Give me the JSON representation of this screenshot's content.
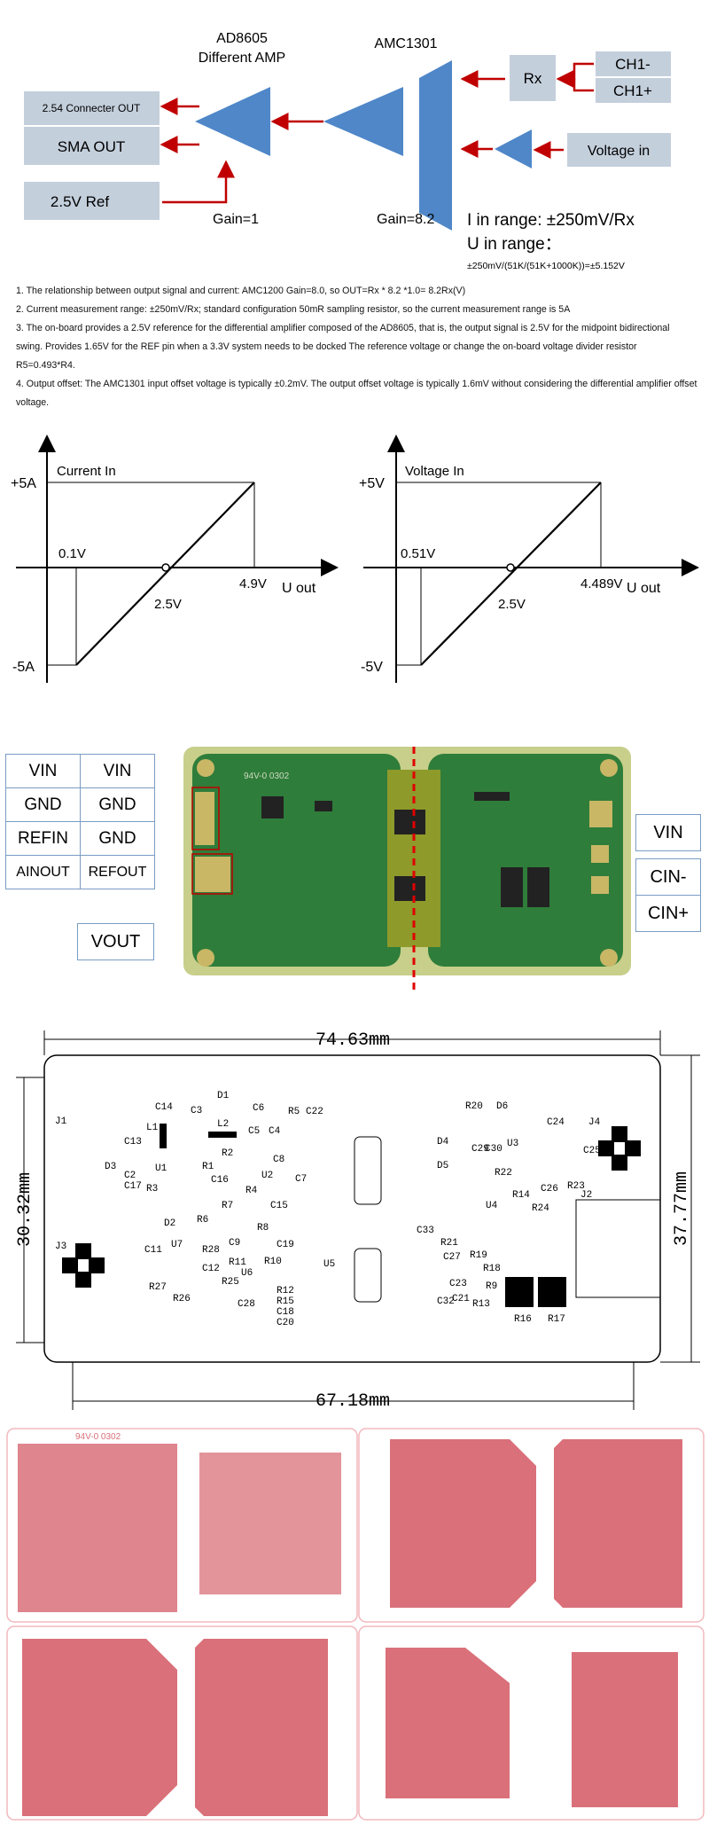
{
  "block_diagram": {
    "ad8605_title": "AD8605",
    "ad8605_subtitle": "Different AMP",
    "amc1301_title": "AMC1301",
    "connector_out": "2.54 Connecter OUT",
    "sma_out": "SMA OUT",
    "ref": "2.5V Ref",
    "rx": "Rx",
    "ch_minus": "CH1-",
    "ch_plus": "CH1+",
    "voltage_in": "Voltage in",
    "gain1": "Gain=1",
    "gain2": "Gain=8.2",
    "i_range": "I in range:  ±250mV/Rx",
    "u_range": "U in range：",
    "u_range_formula": "±250mV/(51K/(51K+1000K))=±5.152V"
  },
  "notes": [
    "1. The relationship between output signal and current: AMC1200 Gain=8.0, so OUT=Rx * 8.2 *1.0= 8.2Rx(V)",
    "2. Current measurement range: ±250mV/Rx; standard configuration 50mR sampling resistor, so the current measurement range is 5A",
    "3. The on-board provides a 2.5V reference for the differential amplifier composed of the AD8605, that is, the output signal is 2.5V for the midpoint bidirectional swing. Provides 1.65V for the REF pin when a 3.3V system needs to be docked The reference voltage or change the on-board voltage divider resistor R5=0.493*R4.",
    "4. Output offset: The AMC1301 input offset voltage is typically ±0.2mV. The output offset voltage is typically 1.6mV without considering the differential amplifier offset voltage."
  ],
  "graphs": {
    "left": {
      "title": "Current In",
      "y_top": "+5A",
      "y_bottom": "-5A",
      "x_start": "0.1V",
      "x_mid": "2.5V",
      "x_end": "4.9V",
      "x_axis": "U out"
    },
    "right": {
      "title": "Voltage In",
      "y_top": "+5V",
      "y_bottom": "-5V",
      "x_start": "0.51V",
      "x_mid": "2.5V",
      "x_end": "4.489V",
      "x_axis": "U out"
    }
  },
  "pinout": {
    "rows": [
      [
        "VIN",
        "VIN"
      ],
      [
        "GND",
        "GND"
      ],
      [
        "REFIN",
        "GND"
      ],
      [
        "AINOUT",
        "REFOUT"
      ]
    ],
    "vout": "VOUT",
    "vin_right": "VIN",
    "cin_minus": "CIN-",
    "cin_plus": "CIN+",
    "silk": "94V-0 0302"
  },
  "dimensions": {
    "width_top": "74.63mm",
    "width_bottom": "67.18mm",
    "height_left": "30.32mm",
    "height_right": "37.77mm"
  },
  "layout_labels": [
    "J1",
    "J3",
    "J2",
    "J4",
    "U5",
    "U1",
    "L1",
    "L2",
    "D1",
    "D2",
    "D3",
    "D6",
    "C14",
    "C13",
    "C3",
    "C6",
    "C5",
    "C4",
    "C22",
    "C8",
    "C7",
    "R2",
    "R1",
    "C16",
    "R4",
    "R7",
    "U2",
    "R5",
    "R6",
    "R3",
    "C2",
    "C17",
    "R28",
    "C11",
    "U7",
    "C12",
    "C9",
    "R8",
    "R11",
    "C19",
    "R10",
    "U6",
    "R25",
    "R27",
    "R26",
    "C28",
    "R12",
    "R15",
    "C18",
    "C20",
    "C15",
    "R20",
    "C24",
    "C29",
    "C30",
    "U3",
    "C25",
    "D5",
    "D4",
    "R22",
    "R14",
    "C26",
    "R24",
    "R23",
    "U4",
    "C33",
    "R21",
    "C27",
    "R19",
    "R18",
    "C32",
    "C23",
    "C21",
    "R13",
    "R9",
    "R16",
    "R17"
  ],
  "colors": {
    "block": "#c4cfdc",
    "arrow": "#c00000",
    "triangle": "#4f87c8",
    "pcb_green": "#2f7d3a",
    "pcb_red": "#d9707a"
  }
}
